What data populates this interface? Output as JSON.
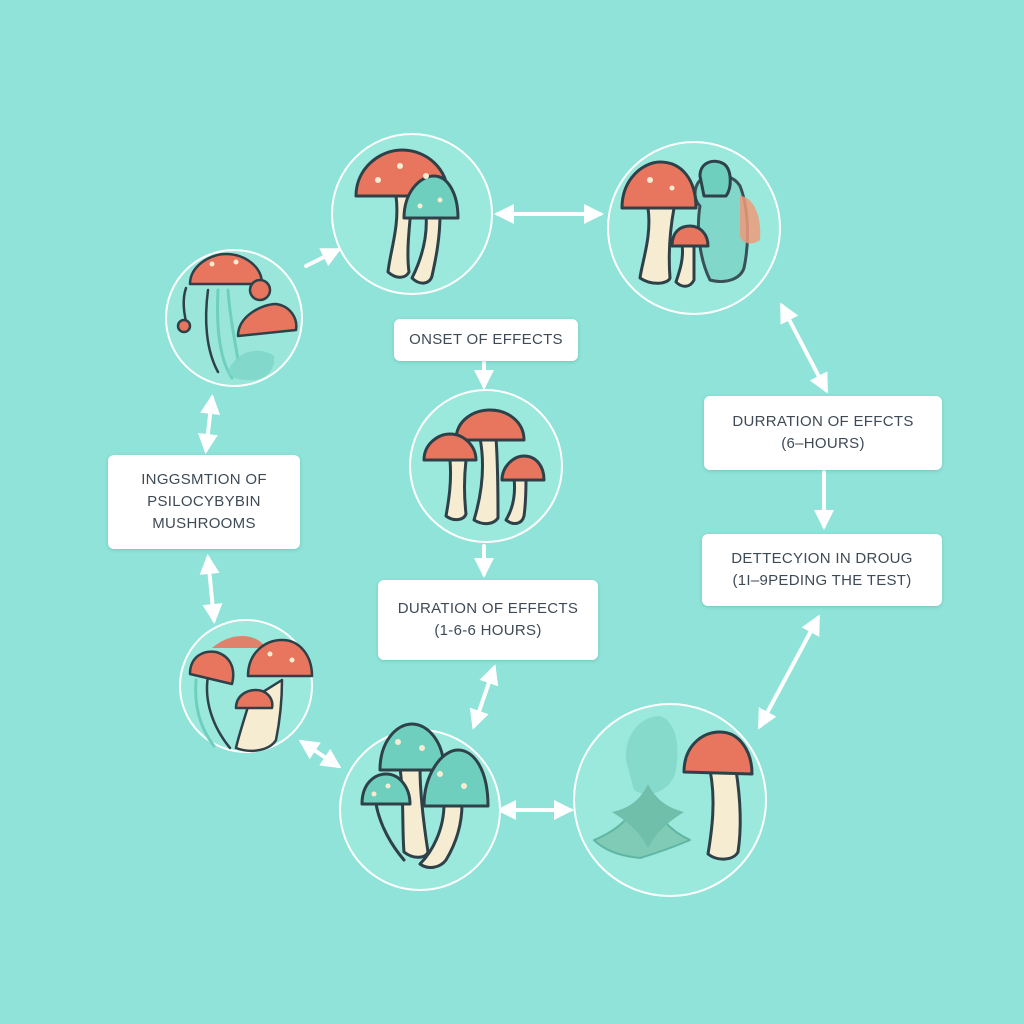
{
  "labels": {
    "onset": [
      "ONSET OF EFFECTS"
    ],
    "ingestion": [
      "INGGSMTION OF",
      "PSILOCYBYBIN",
      "MUSHROOMS"
    ],
    "duration_center": [
      "DURATION OF EFFECTS",
      "(1-6-6 HOURS)"
    ],
    "duration_right": [
      "DURRATION OF EFFCTS",
      "(6–HOURS)"
    ],
    "detection": [
      "DETTECYION IN DROUG",
      "(1I–9PEDING THE TEST)"
    ]
  },
  "icons": {
    "top_left": "mushroom-pair-icon",
    "top_right": "mushroom-cluster-icon",
    "upper_left": "jellyfish-mushroom-icon",
    "center": "mushroom-trio-icon",
    "lower_left": "mixed-mushroom-icon",
    "bottom": "teal-mushroom-pair-icon",
    "bottom_right": "mushroom-with-leaves-icon"
  },
  "colors": {
    "background": "#8fe3d8",
    "cap_orange": "#e8765e",
    "cap_teal": "#6fcfbf",
    "stem": "#f6ecd2",
    "outline": "#2f4148",
    "arrow": "#ffffff"
  }
}
